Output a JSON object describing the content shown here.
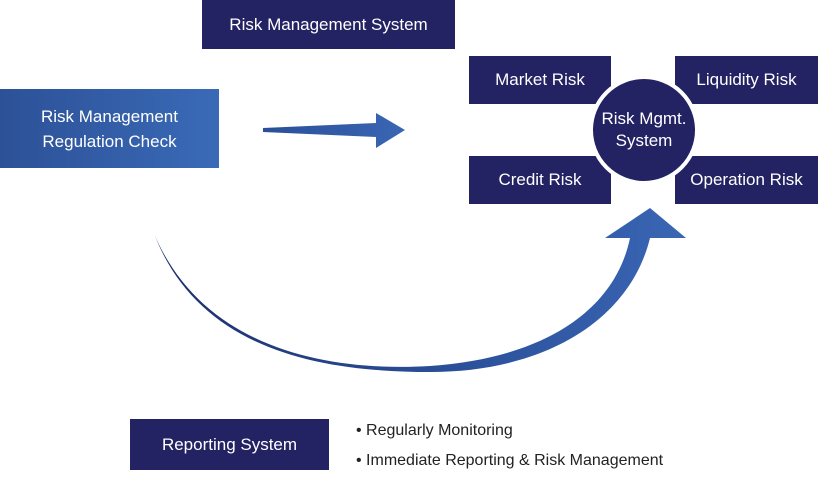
{
  "title": "Risk Management System",
  "regulation_check": {
    "line1": "Risk Management",
    "line2": "Regulation Check"
  },
  "risks": {
    "market": "Market Risk",
    "liquidity": "Liquidity Risk",
    "credit": "Credit Risk",
    "operation": "Operation Risk"
  },
  "center": {
    "line1": "Risk Mgmt.",
    "line2": "System"
  },
  "reporting": {
    "label": "Reporting System",
    "bullets": [
      "• Regularly Monitoring",
      "• Immediate Reporting & Risk Management"
    ]
  },
  "colors": {
    "navy": "#232263",
    "blue": "#2c5197",
    "arrow": "#2a4f98"
  }
}
